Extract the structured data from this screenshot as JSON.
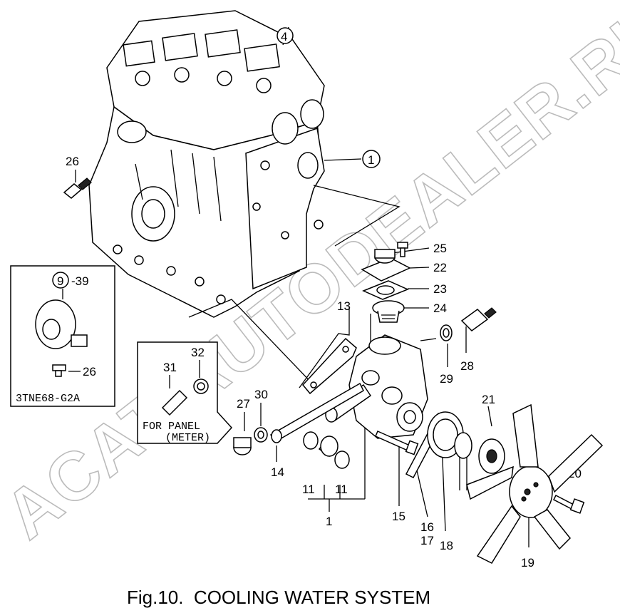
{
  "caption": "Fig.10.  COOLING WATER SYSTEM",
  "watermark": "ACAT-AUTODEALER.RU",
  "inset_oil_cooler": {
    "model_label": "3TNE68-G2A",
    "ref_circle": "9",
    "ref_dash": "-39",
    "sensor_ref": "26"
  },
  "inset_panel": {
    "line1": "FOR PANEL",
    "line2": "(METER)",
    "ref_31": "31",
    "ref_32": "32"
  },
  "callouts": {
    "c1": "1",
    "c4": "4",
    "p26": "26",
    "p25": "25",
    "p22": "22",
    "p23": "23",
    "p24": "24",
    "p13": "13",
    "p28": "28",
    "p29": "29",
    "p27": "27",
    "p30": "30",
    "p14": "14",
    "p11a": "11",
    "p11b": "11",
    "p1": "1",
    "p15": "15",
    "p16": "16",
    "p17": "17",
    "p18": "18",
    "p21": "21",
    "p20": "20",
    "p19": "19"
  }
}
